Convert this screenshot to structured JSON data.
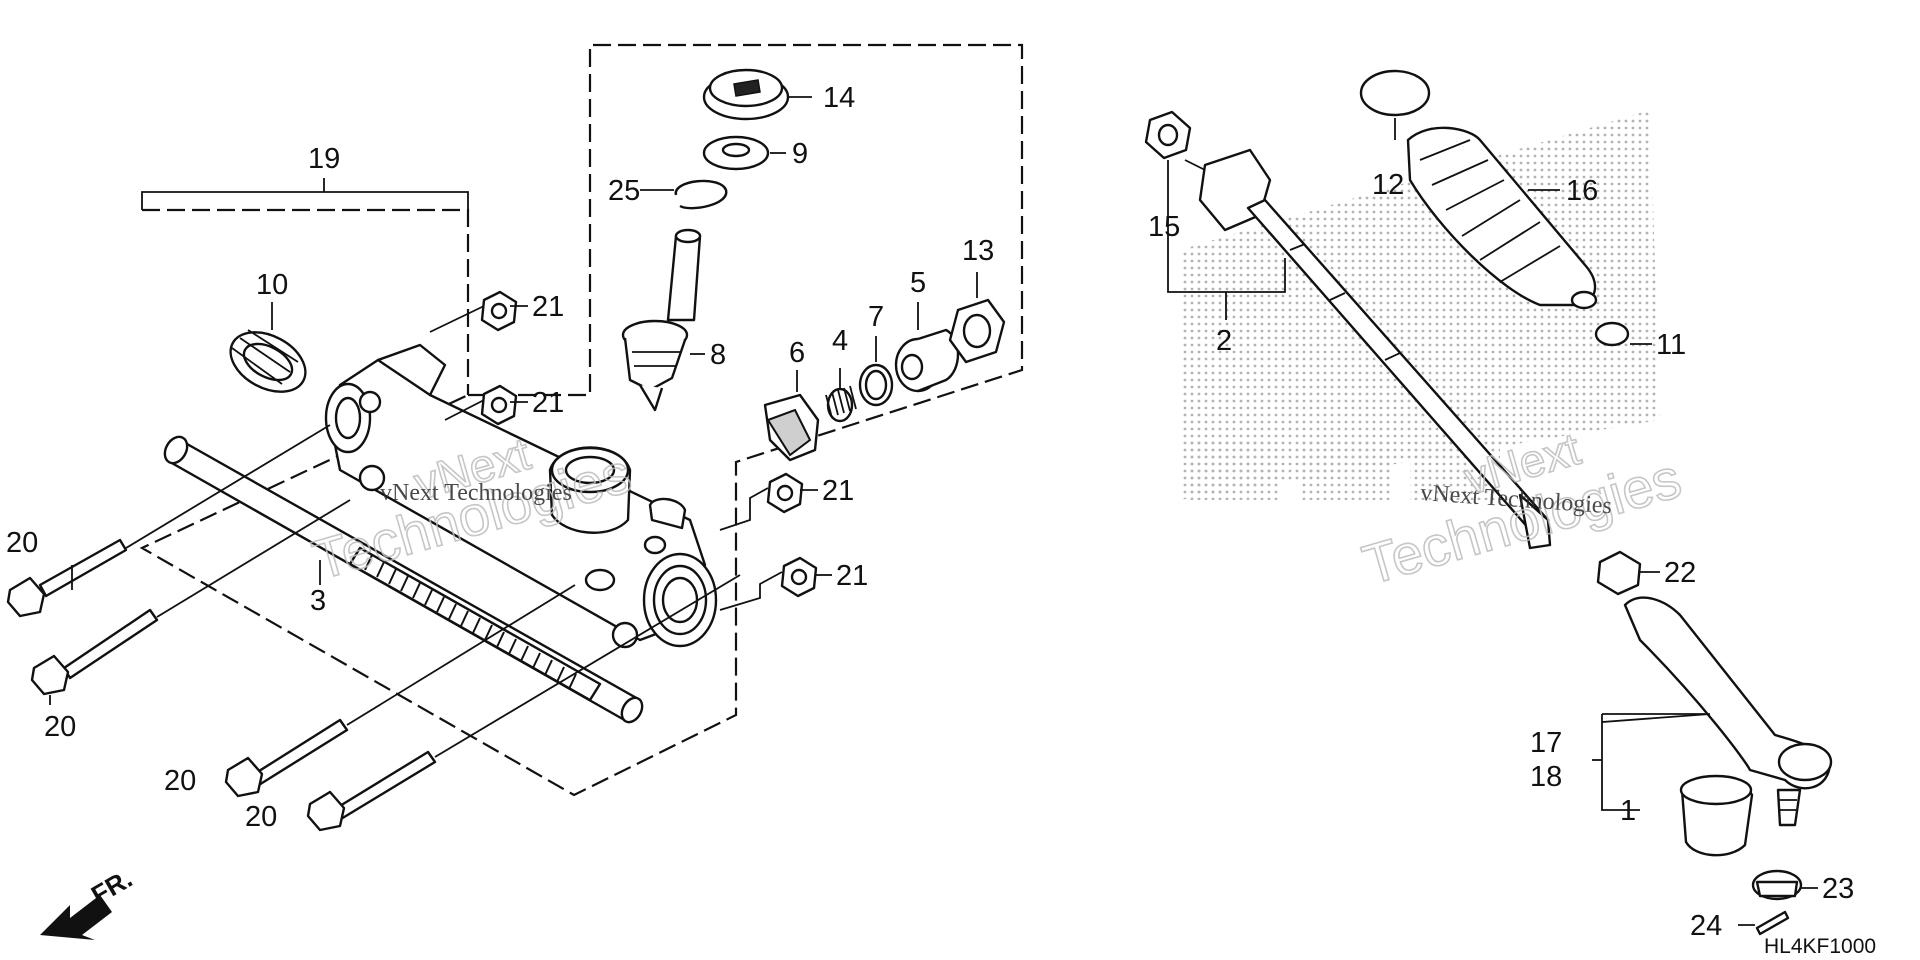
{
  "diagram": {
    "callouts": {
      "c1": "1",
      "c2": "2",
      "c3": "3",
      "c4": "4",
      "c5": "5",
      "c6": "6",
      "c7": "7",
      "c8": "8",
      "c9": "9",
      "c10": "10",
      "c11": "11",
      "c12": "12",
      "c13": "13",
      "c14": "14",
      "c15": "15",
      "c16": "16",
      "c17": "17",
      "c18": "18",
      "c19": "19",
      "c20": "20",
      "c21": "21",
      "c22": "22",
      "c23": "23",
      "c24": "24",
      "c25": "25"
    },
    "direction_label": "FR.",
    "diagram_code": "HL4KF1000",
    "watermark": {
      "brand": "vNext",
      "company": "Technologies",
      "small": "vNext Technologies"
    }
  }
}
